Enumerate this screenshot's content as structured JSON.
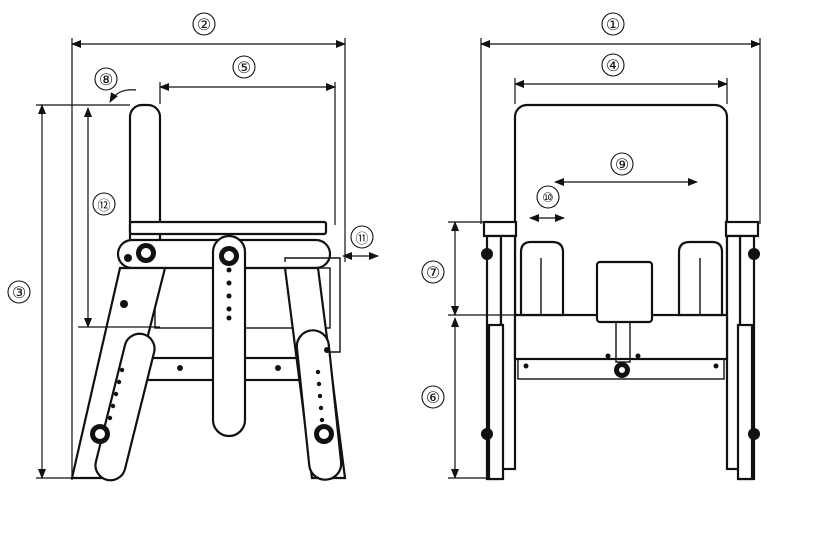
{
  "labels": {
    "d1": "①",
    "d2": "②",
    "d3": "③",
    "d4": "④",
    "d5": "⑤",
    "d6": "⑥",
    "d7": "⑦",
    "d8": "⑧",
    "d9": "⑨",
    "d10": "⑩",
    "d11": "⑪",
    "d12": "⑫"
  }
}
